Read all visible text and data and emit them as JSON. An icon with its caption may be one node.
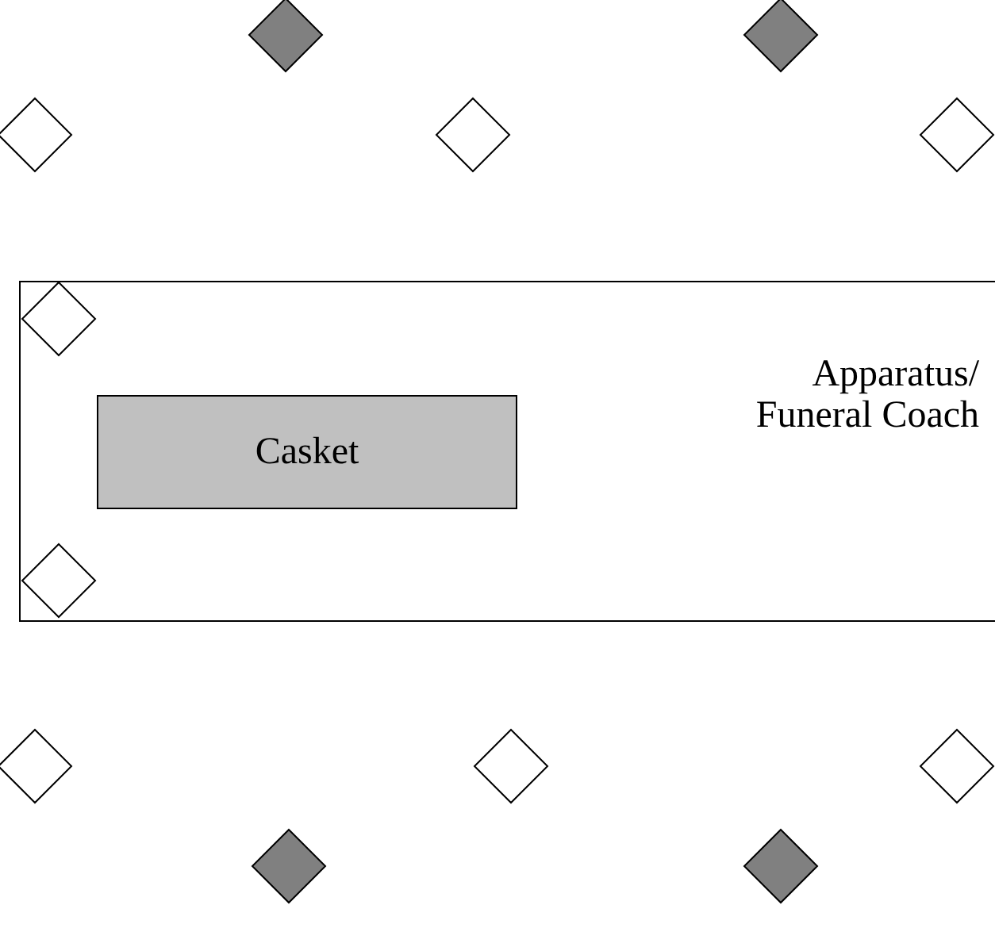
{
  "diagram": {
    "nodes": [
      {
        "text": [],
        "shape": "diamond"
      },
      {
        "text": [],
        "shape": "diamond"
      },
      {
        "text": [],
        "shape": "diamond"
      },
      {
        "text": [],
        "shape": "diamond"
      },
      {
        "text": [],
        "shape": "diamond"
      },
      {
        "text": [
          "Apparatus/ Funeral Coach"
        ]
      },
      {
        "text": [],
        "shape": "diamond",
        "in": 5
      },
      {
        "text": [
          "Casket"
        ],
        "in": 5
      },
      {
        "text": [],
        "shape": "diamond",
        "in": 5
      },
      {
        "text": [],
        "shape": "diamond"
      },
      {
        "text": [],
        "shape": "diamond"
      },
      {
        "text": [],
        "shape": "diamond"
      },
      {
        "text": [],
        "shape": "diamond"
      },
      {
        "text": [],
        "shape": "diamond"
      }
    ]
  }
}
